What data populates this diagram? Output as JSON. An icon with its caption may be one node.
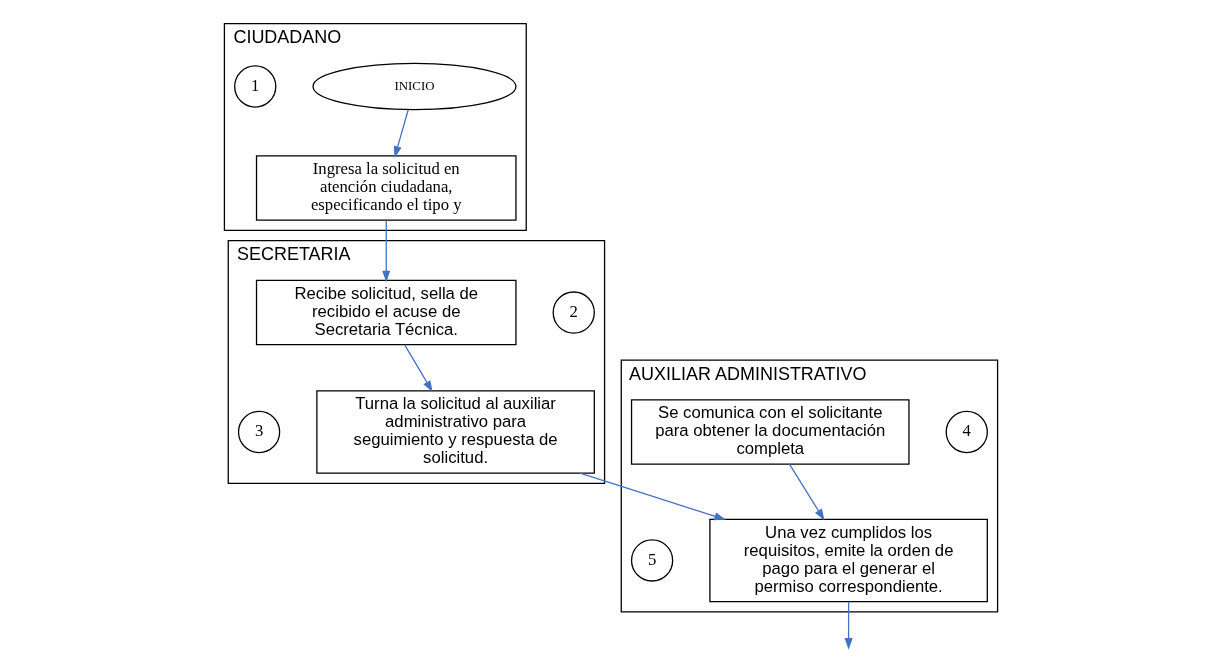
{
  "diagram": {
    "nodes": [
      {
        "text": [
          "CIUDADANO"
        ]
      },
      {
        "text": [
          "SECRETARIA"
        ]
      },
      {
        "text": [
          "AUXILIAR ADMINISTRATIVO"
        ]
      },
      {
        "text": [
          "INICIO"
        ],
        "in": 0
      },
      {
        "text": [
          "Ingresa la solicitud en atención ciudadana, especificando el tipo y"
        ],
        "in": 0
      },
      {
        "text": [
          "1"
        ],
        "in": 0
      },
      {
        "text": [
          "2"
        ],
        "in": 1
      },
      {
        "text": [
          "Recibe solicitud, sella de recibido el acuse de Secretaria Técnica."
        ],
        "in": 1
      },
      {
        "text": [
          "3"
        ],
        "in": 1
      },
      {
        "text": [
          "Turna la solicitud al auxiliar administrativo para seguimiento y respuesta de solicitud."
        ],
        "in": 1
      },
      {
        "text": [
          "4"
        ],
        "in": 2
      },
      {
        "text": [
          "Se comunica con el solicitante para obtener la documentación completa"
        ],
        "in": 2
      },
      {
        "text": [
          "5"
        ],
        "in": 2
      },
      {
        "text": [
          "Una vez cumplidos los requisitos, emite la orden de pago para el generar el permiso correspondiente."
        ],
        "in": 2
      }
    ],
    "edges": [
      {
        "from": 3,
        "to": 4,
        "arrow": "to"
      },
      {
        "from": 4,
        "to": 7,
        "arrow": "to"
      },
      {
        "from": 7,
        "to": 9,
        "arrow": "to"
      },
      {
        "from": 9,
        "to": 13,
        "arrow": "to"
      },
      {
        "from": 11,
        "to": 13,
        "arrow": "to"
      },
      {
        "from": 13,
        "to": null,
        "arrow": "to"
      }
    ]
  }
}
